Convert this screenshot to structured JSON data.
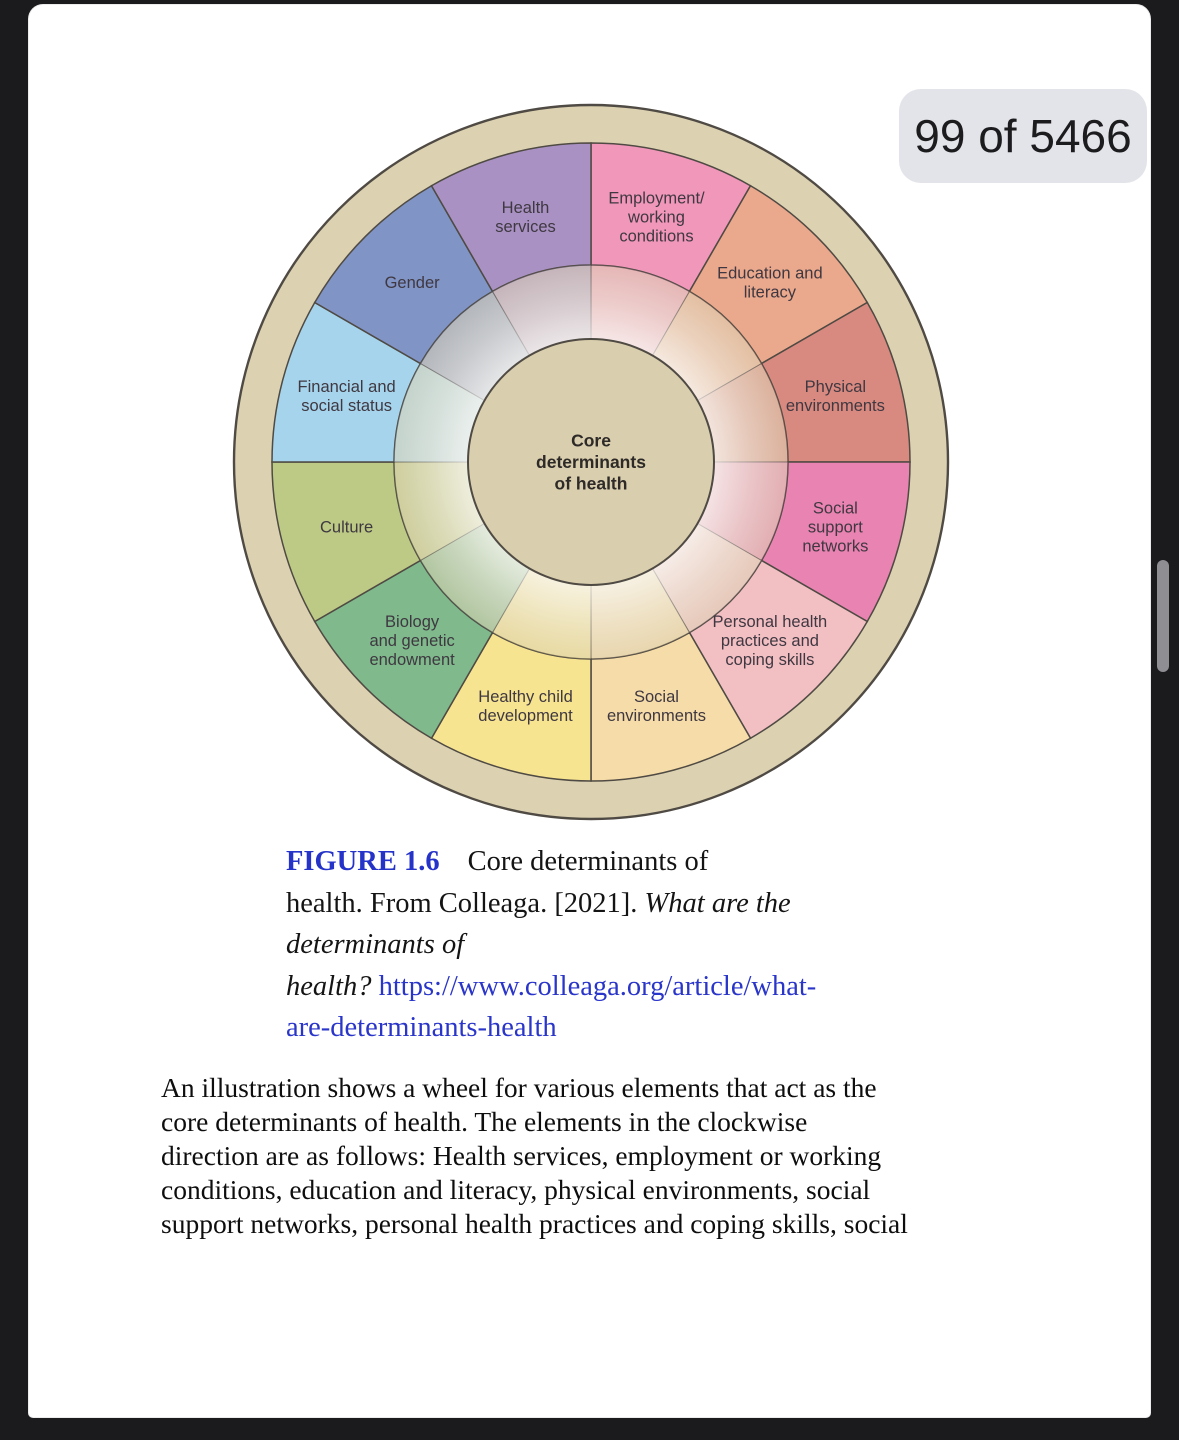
{
  "page_indicator": "99 of 5466",
  "figure": {
    "center_label": [
      "Core",
      "determinants",
      "of health"
    ],
    "ring_color": "#dcd2b2",
    "center_color": "#d9cead",
    "outline_color": "#4f4a43",
    "label_color": "#3f3841",
    "segments": [
      {
        "label": "Employment/\nworking\nconditions",
        "color": "#f097ba"
      },
      {
        "label": "Education and\nliteracy",
        "color": "#eaa88d"
      },
      {
        "label": "Physical\nenvironments",
        "color": "#d98a80"
      },
      {
        "label": "Social\nsupport\nnetworks",
        "color": "#e983b1"
      },
      {
        "label": "Personal health\npractices and\ncoping skills",
        "color": "#f2bfc3"
      },
      {
        "label": "Social\nenvironments",
        "color": "#f6dca8"
      },
      {
        "label": "Healthy child\ndevelopment",
        "color": "#f7e491"
      },
      {
        "label": "Biology\nand genetic\nendowment",
        "color": "#7fb98c"
      },
      {
        "label": "Culture",
        "color": "#bcca85"
      },
      {
        "label": "Financial and\nsocial status",
        "color": "#a6d4ec"
      },
      {
        "label": "Gender",
        "color": "#8094c6"
      },
      {
        "label": "Health\nservices",
        "color": "#a992c3"
      }
    ]
  },
  "caption": {
    "lines": [
      [
        {
          "text": "FIGURE 1.6",
          "style": "figure"
        },
        {
          "text": "Core determinants of",
          "style": "plain"
        }
      ],
      [
        {
          "text": "health. From Colleaga. [2021]. ",
          "style": "plain"
        },
        {
          "text": "What are the",
          "style": "italic"
        }
      ],
      [
        {
          "text": "determinants of",
          "style": "italic"
        }
      ],
      [
        {
          "text": "health? ",
          "style": "italic"
        },
        {
          "text": "https://www.colleaga.org/article/what-",
          "style": "link"
        }
      ],
      [
        {
          "text": "are-determinants-health",
          "style": "link"
        }
      ]
    ]
  },
  "description": {
    "lines": [
      "An illustration shows a wheel for various elements that act as the",
      "core determinants of health. The elements in the clockwise",
      "direction are as follows: Health services, employment or working",
      "conditions, education and literacy, physical environments, social",
      "support networks, personal health practices and coping skills, social"
    ]
  }
}
